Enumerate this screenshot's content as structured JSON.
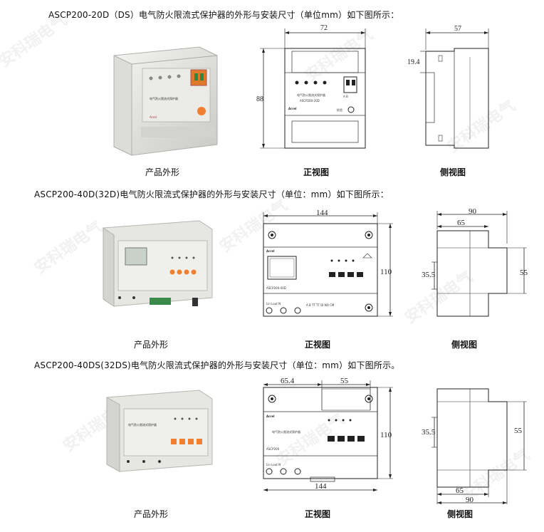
{
  "watermark": "安科瑞电气",
  "sections": [
    {
      "heading": "ASCP200-20D（DS）电气防火限流式保护器的外形与安装尺寸（单位mm）如下图所示：",
      "captions": [
        "产品外形",
        "正视图",
        "侧视图"
      ],
      "front_dims": {
        "width": "72",
        "height": "88"
      },
      "side_dims": {
        "depth": "57",
        "offset": "19.4"
      },
      "device_text": {
        "title": "电气防火限流式保护器",
        "model": "ASCP200-20D",
        "brand": "Acrel",
        "btn": "检验",
        "terms": "A  B"
      }
    },
    {
      "heading": "ASCP200-40D(32D)电气防火限流式保护器的外形与安装尺寸（单位：mm）如下图所示：",
      "captions": [
        "产品外形",
        "正视图",
        "侧视图"
      ],
      "front_dims": {
        "width": "144",
        "height": "110"
      },
      "side_dims": {
        "depth": "90",
        "inner": "65",
        "left": "35.5",
        "right": "55"
      },
      "device_text": {
        "model": "ASCP200-40D",
        "brand": "Acrel",
        "terms": "Lin   Lout   N",
        "abus": "A  B  TT  TT  DI  NO  CM"
      }
    },
    {
      "heading": "ASCP200-40DS(32DS)电气防火限流式保护器的外形与安装尺寸（单位：mm）如下图所示。",
      "captions": [
        "产品外形",
        "正视图",
        "侧视图"
      ],
      "front_dims": {
        "left_w": "65.4",
        "right_w": "55",
        "width": "144",
        "height": "110"
      },
      "side_dims": {
        "depth": "90",
        "inner": "65",
        "left": "35.5",
        "right": "55"
      },
      "device_text": {
        "title": "电气防火限流式保护器",
        "model": "ASCP200",
        "brand": "Acrel",
        "terms": "Lin   Lout   N"
      }
    }
  ]
}
